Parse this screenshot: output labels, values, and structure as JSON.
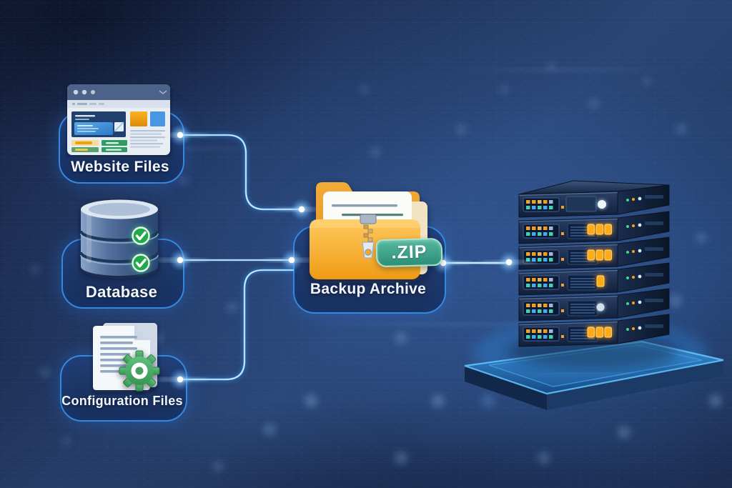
{
  "diagram": {
    "nodes": [
      {
        "id": "website-files",
        "label": "Website Files",
        "icon": "browser-window-icon"
      },
      {
        "id": "database",
        "label": "Database",
        "icon": "database-cylinder-icon"
      },
      {
        "id": "configuration-files",
        "label": "Configuration Files",
        "icon": "document-gear-icon"
      },
      {
        "id": "backup-archive",
        "label": "Backup Archive",
        "badge": ".ZIP",
        "icon": "zip-folder-icon"
      },
      {
        "id": "server",
        "label": "",
        "icon": "server-rack-icon"
      }
    ],
    "edges": [
      {
        "from": "website-files",
        "to": "backup-archive"
      },
      {
        "from": "database",
        "to": "backup-archive"
      },
      {
        "from": "configuration-files",
        "to": "backup-archive"
      },
      {
        "from": "backup-archive",
        "to": "server"
      }
    ]
  },
  "palette": {
    "background_base": "#1e3158",
    "card_fill": "#1d3a6b",
    "card_border": "#3787dd",
    "connector_glow": "#7cc4ff",
    "folder_orange": "#f6a928",
    "zip_badge_green": "#3aa389",
    "led_orange": "#ffab17",
    "led_teal": "#3fd3b4",
    "check_green": "#22a94e",
    "gear_green": "#4fb269",
    "platform_blue": "#2f86d9"
  }
}
